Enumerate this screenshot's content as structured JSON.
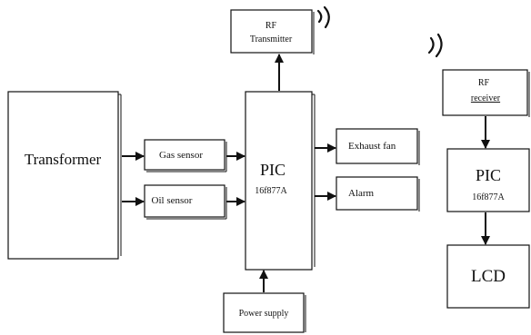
{
  "diagram": {
    "blocks": {
      "transformer": "Transformer",
      "gas_sensor": "Gas sensor",
      "oil_sensor": "Oil sensor",
      "pic_main_title": "PIC",
      "pic_main_model": "16f877A",
      "rf_tx_line1": "RF",
      "rf_tx_line2": "Transmitter",
      "exhaust_fan": "Exhaust fan",
      "alarm": "Alarm",
      "power_supply": "Power supply",
      "rf_rx_line1": "RF",
      "rf_rx_line2": "receiver",
      "pic_rx_title": "PIC",
      "pic_rx_model": "16f877A",
      "lcd": "LCD"
    },
    "colors": {
      "stroke": "#111111",
      "wave_tx": "#111111",
      "wave_rx": "#111111"
    }
  }
}
